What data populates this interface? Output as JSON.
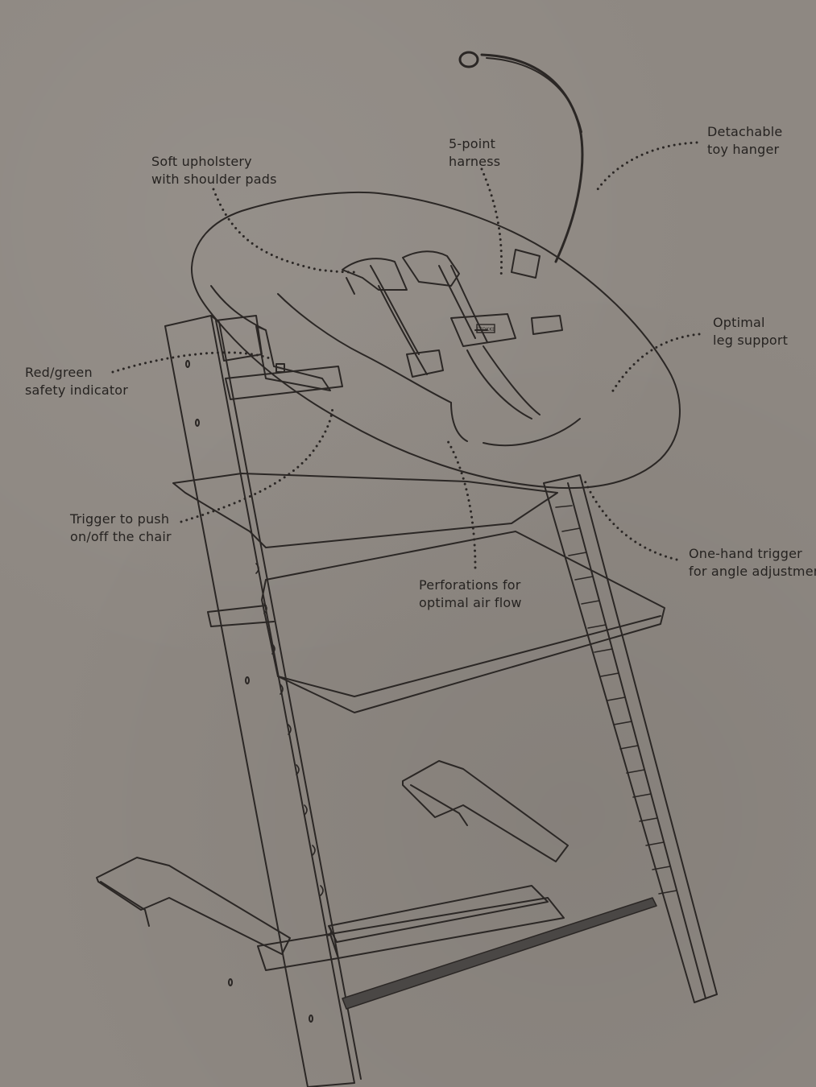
{
  "brand_mark": "STOKKE",
  "callouts": {
    "soft_upholstery": {
      "line1": "Soft upholstery",
      "line2": "with shoulder pads"
    },
    "harness": {
      "line1": "5-point",
      "line2": "harness"
    },
    "toy_hanger": {
      "line1": "Detachable",
      "line2": "toy hanger"
    },
    "leg_support": {
      "line1": "Optimal",
      "line2": "leg support"
    },
    "safety_indicator": {
      "line1": "Red/green",
      "line2": "safety indicator"
    },
    "trigger_push": {
      "line1": "Trigger to push",
      "line2": "on/off the chair"
    },
    "perforations": {
      "line1": "Perforations for",
      "line2": "optimal air flow"
    },
    "angle_trigger": {
      "line1": "One-hand trigger",
      "line2": "for angle adjustment"
    }
  },
  "colors": {
    "background": "#8e8882",
    "line": "#2b2725",
    "accent_bar": "#4a4745"
  }
}
